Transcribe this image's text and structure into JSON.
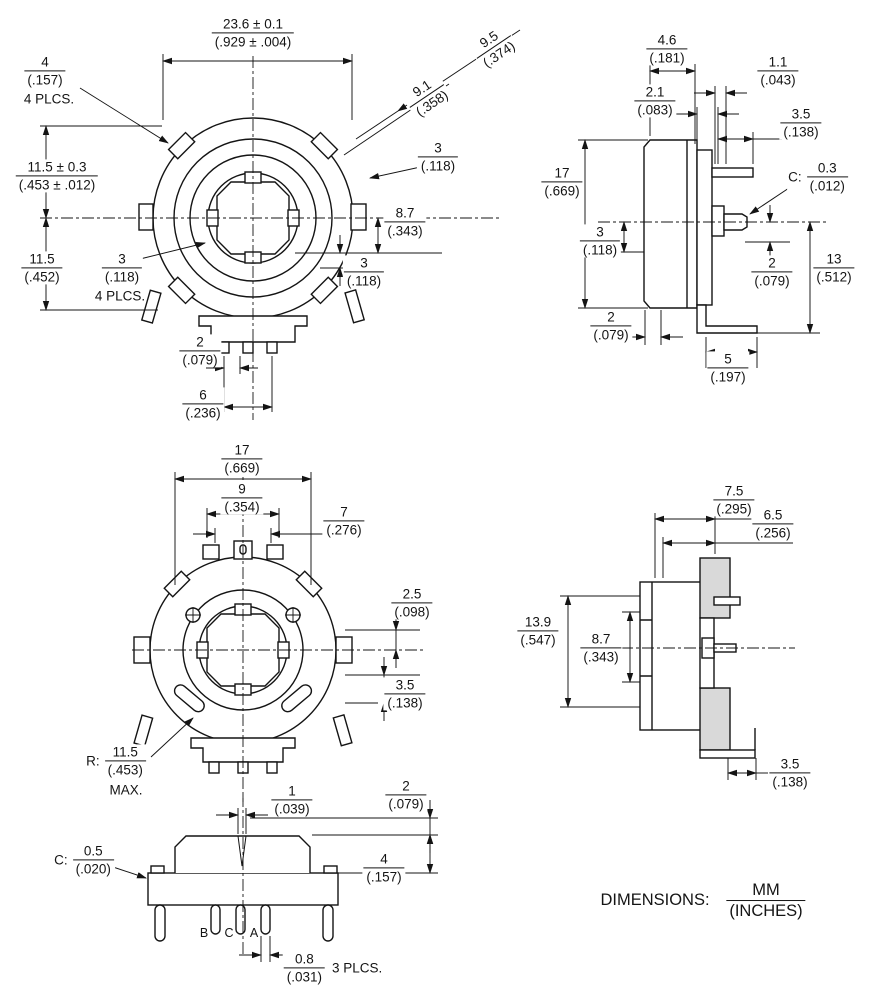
{
  "front": {
    "w": {
      "mm": "23.6 ± 0.1",
      "in": "(.929 ± .004)"
    },
    "d95": {
      "mm": "9.5",
      "in": "(.374)"
    },
    "d91": {
      "mm": "9.1",
      "in": "(.358)"
    },
    "d3tr": {
      "mm": "3",
      "in": "(.118)"
    },
    "d4": {
      "mm": "4",
      "in": "(.157)",
      "note": "4 PLCS."
    },
    "d115t": {
      "mm": "11.5 ± 0.3",
      "in": "(.453 ± .012)"
    },
    "d115b": {
      "mm": "11.5",
      "in": "(.452)"
    },
    "d3pl": {
      "mm": "3",
      "in": "(.118)",
      "note": "4 PLCS."
    },
    "d87": {
      "mm": "8.7",
      "in": "(.343)"
    },
    "d3r": {
      "mm": "3",
      "in": "(.118)"
    },
    "d2": {
      "mm": "2",
      "in": "(.079)"
    },
    "d6": {
      "mm": "6",
      "in": "(.236)"
    }
  },
  "side1": {
    "d46": {
      "mm": "4.6",
      "in": "(.181)"
    },
    "d11": {
      "mm": "1.1",
      "in": "(.043)"
    },
    "d21": {
      "mm": "2.1",
      "in": "(.083)"
    },
    "d35": {
      "mm": "3.5",
      "in": "(.138)"
    },
    "c03": {
      "prefix": "C:",
      "mm": "0.3",
      "in": "(.012)"
    },
    "d17": {
      "mm": "17",
      "in": "(.669)"
    },
    "d3": {
      "mm": "3",
      "in": "(.118)"
    },
    "d2r": {
      "mm": "2",
      "in": "(.079)"
    },
    "d13": {
      "mm": "13",
      "in": "(.512)"
    },
    "d2b": {
      "mm": "2",
      "in": "(.079)"
    },
    "d5": {
      "mm": "5",
      "in": "(.197)"
    }
  },
  "rear": {
    "d17": {
      "mm": "17",
      "in": "(.669)"
    },
    "d9": {
      "mm": "9",
      "in": "(.354)"
    },
    "d7": {
      "mm": "7",
      "in": "(.276)"
    },
    "d25": {
      "mm": "2.5",
      "in": "(.098)"
    },
    "d35": {
      "mm": "3.5",
      "in": "(.138)"
    },
    "r115": {
      "prefix": "R:",
      "mm": "11.5",
      "in": "(.453)",
      "note": "MAX."
    }
  },
  "side2": {
    "d75": {
      "mm": "7.5",
      "in": "(.295)"
    },
    "d65": {
      "mm": "6.5",
      "in": "(.256)"
    },
    "d139": {
      "mm": "13.9",
      "in": "(.547)"
    },
    "d87": {
      "mm": "8.7",
      "in": "(.343)"
    },
    "d35": {
      "mm": "3.5",
      "in": "(.138)"
    }
  },
  "bottom": {
    "d1": {
      "mm": "1",
      "in": "(.039)"
    },
    "d2": {
      "mm": "2",
      "in": "(.079)"
    },
    "d4": {
      "mm": "4",
      "in": "(.157)"
    },
    "c05": {
      "prefix": "C:",
      "mm": "0.5",
      "in": "(.020)"
    },
    "d08": {
      "mm": "0.8",
      "in": "(.031)",
      "note": "3 PLCS."
    },
    "pins": {
      "b": "B",
      "c": "C",
      "a": "A"
    }
  },
  "footer": {
    "label": "DIMENSIONS:",
    "mm": "MM",
    "inches": "(INCHES)"
  }
}
